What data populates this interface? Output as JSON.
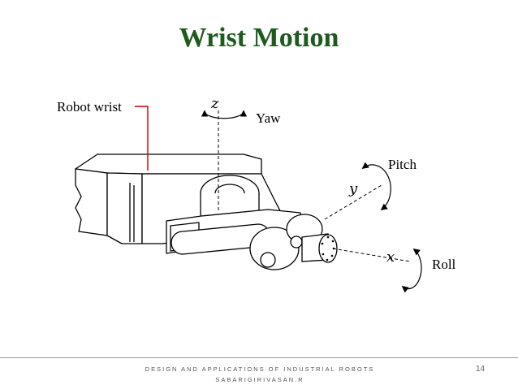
{
  "slide": {
    "title": "Wrist Motion",
    "footer_line1": "DESIGN AND APPLICATIONS OF INDUSTRIAL ROBOTS",
    "footer_line2": "SABARIGIRIVASAN.R",
    "page_number": "14"
  },
  "diagram": {
    "labels": {
      "robot_wrist": "Robot wrist",
      "yaw": "Yaw",
      "pitch": "Pitch",
      "roll": "Roll"
    },
    "axes": {
      "z": "z",
      "y": "y",
      "x": "x"
    },
    "colors": {
      "title": "#1e5a1e",
      "leader_line": "#cc0000"
    }
  }
}
